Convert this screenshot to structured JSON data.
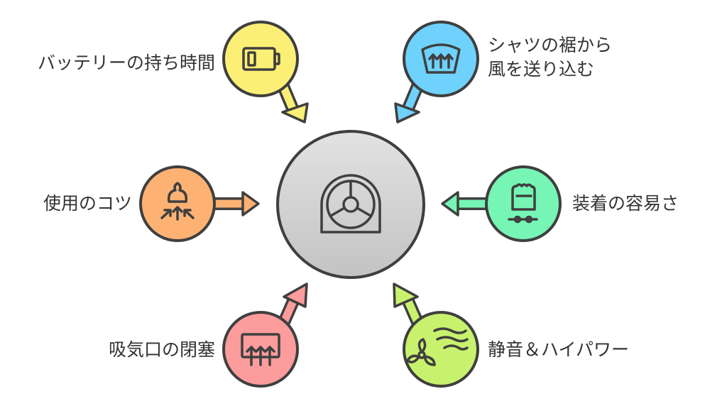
{
  "labels": {
    "battery": "バッテリーの持ち時間",
    "airflow": "シャツの裾から\n風を送り込む",
    "usage": "使用のコツ",
    "wearing": "装着の容易さ",
    "intake": "吸気口の閉塞",
    "quiet": "静音＆ハイパワー"
  },
  "colors": {
    "center": "#d7d7d7",
    "battery": "#fcef76",
    "airflow": "#6fd2fc",
    "usage": "#fdb274",
    "wearing": "#76f5b4",
    "intake": "#fc9c9c",
    "quiet": "#c8f26d",
    "outline": "#3f3f3f"
  },
  "icons": {
    "center": "fan-icon",
    "battery": "battery-low-icon",
    "airflow": "windshield-airflow-icon",
    "usage": "person-airflow-icon",
    "wearing": "wrist-band-icon",
    "intake": "blocked-vent-icon",
    "quiet": "quiet-fan-wind-icon"
  }
}
